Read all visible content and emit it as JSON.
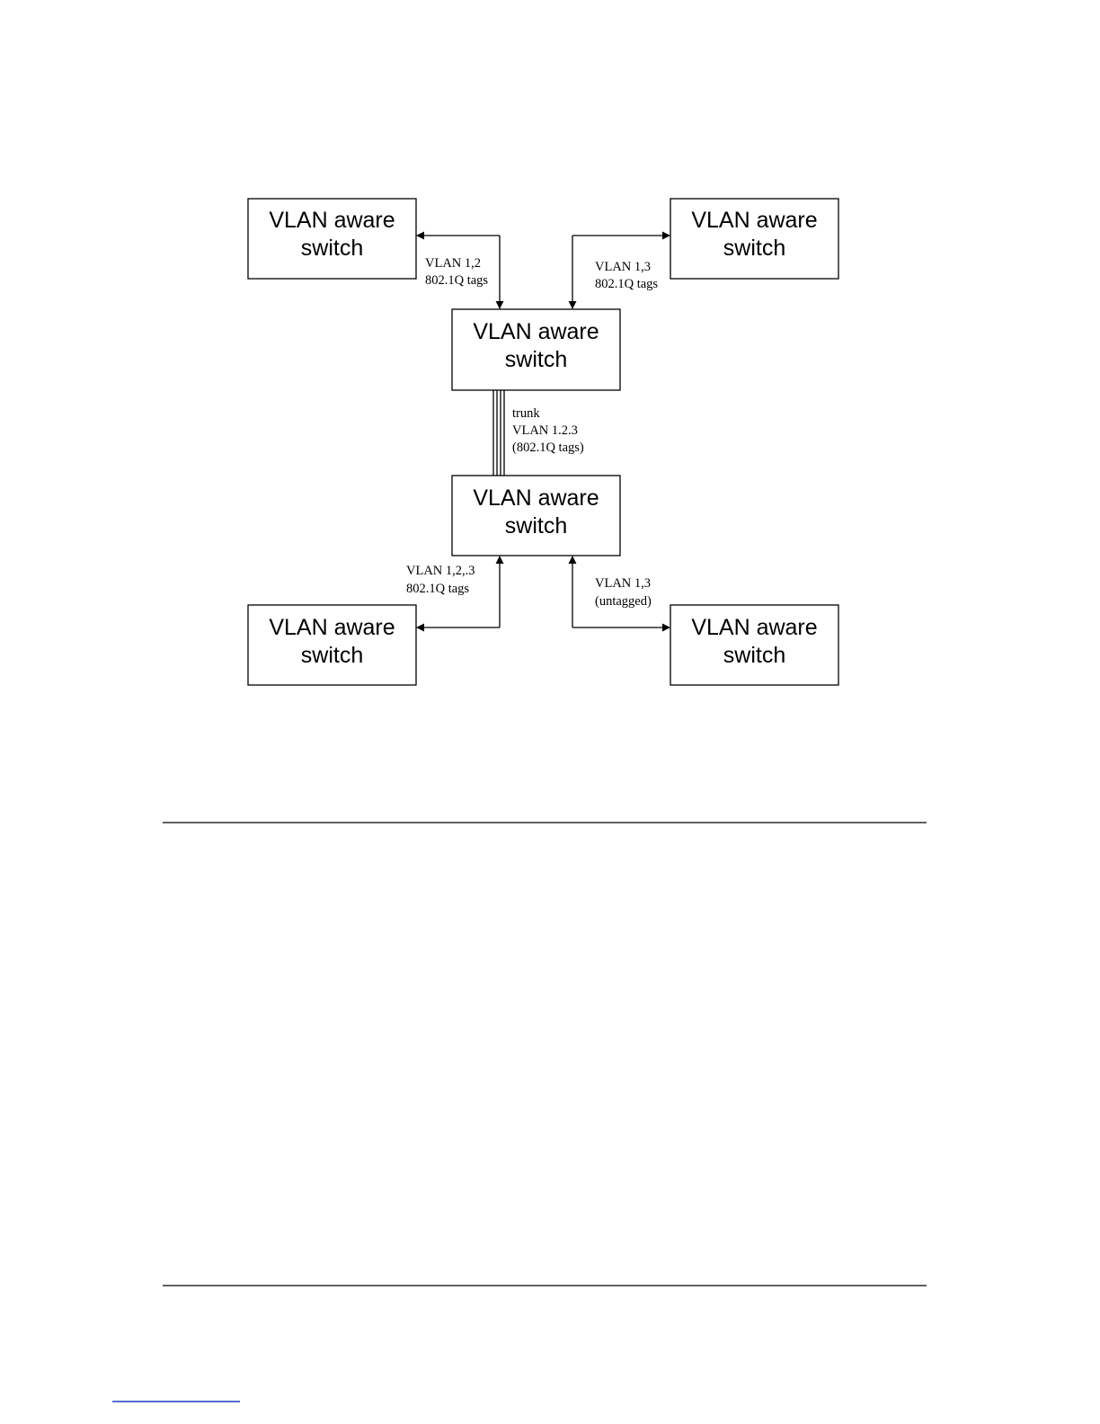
{
  "diagram": {
    "nodes": [
      {
        "id": "top-left",
        "lines": [
          "VLAN aware",
          "switch"
        ]
      },
      {
        "id": "top-right",
        "lines": [
          "VLAN aware",
          "switch"
        ]
      },
      {
        "id": "center-upper",
        "lines": [
          "VLAN aware",
          "switch"
        ]
      },
      {
        "id": "center-lower",
        "lines": [
          "VLAN aware",
          "switch"
        ]
      },
      {
        "id": "bottom-left",
        "lines": [
          "VLAN aware",
          "switch"
        ]
      },
      {
        "id": "bottom-right",
        "lines": [
          "VLAN aware",
          "switch"
        ]
      }
    ],
    "links": [
      {
        "id": "link-top-left",
        "label": [
          "VLAN 1,2",
          "802.1Q tags"
        ]
      },
      {
        "id": "link-top-right",
        "label": [
          "VLAN 1,3",
          "802.1Q tags"
        ]
      },
      {
        "id": "link-trunk",
        "label": [
          "trunk",
          "VLAN 1.2.3",
          "(802.1Q tags)"
        ]
      },
      {
        "id": "link-bottom-left",
        "label": [
          "VLAN 1,2,.3",
          "802.1Q tags"
        ]
      },
      {
        "id": "link-bottom-right",
        "label": [
          "VLAN 1,3",
          "(untagged)"
        ]
      }
    ]
  },
  "colors": {
    "line": "#000000",
    "background": "#ffffff",
    "footnote_rule": "#1f3fbf"
  }
}
